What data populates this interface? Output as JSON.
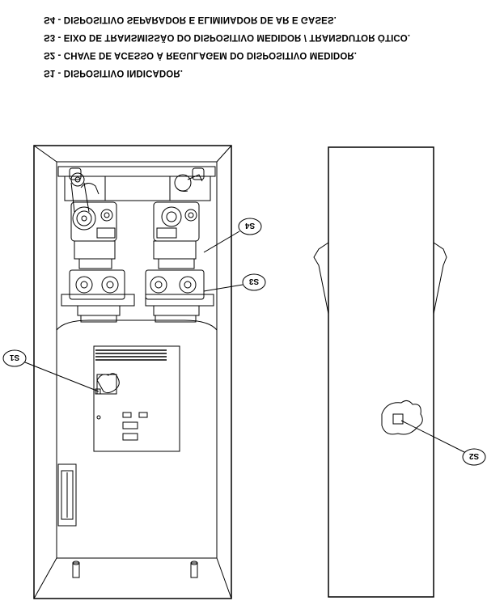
{
  "legend": [
    "S4 - DISPOSITIVO SEPARADOR E ELIMINADOR DE AR E GASES.",
    "S3 - EIXO DE TRANSMISSÃO DO DISPOSITIVO MEDIDOR / TRANSDUTOR ÓTICO.",
    "S2 - CHAVE DE ACESSO À REGULAGEM DO DISPOSITIVO MEDIDOR.",
    "S1 - DISPOSITIVO INDICADOR."
  ],
  "callouts": {
    "s1": "S1",
    "s2": "S2",
    "s3": "S3",
    "s4": "S4"
  }
}
